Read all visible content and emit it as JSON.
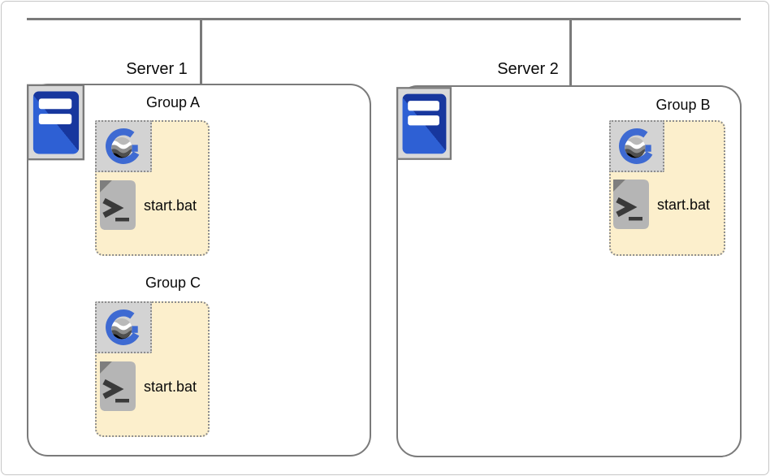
{
  "diagram": {
    "servers": [
      {
        "label": "Server 1"
      },
      {
        "label": "Server 2"
      }
    ],
    "groups": [
      {
        "label": "Group A",
        "server": "Server 1",
        "file": "start.bat"
      },
      {
        "label": "Group C",
        "server": "Server 1",
        "file": "start.bat"
      },
      {
        "label": "Group B",
        "server": "Server 2",
        "file": "start.bat"
      }
    ],
    "icons": {
      "server": "server-icon",
      "group_logo": "geoserver-logo-icon",
      "file": "batch-file-icon"
    },
    "colors": {
      "connector_line": "#7a7a7a",
      "server_border": "#7a7a7a",
      "group_fill": "#fcefcc",
      "group_border": "#8d8d8d",
      "logo_tile_gray": "#d3d3d3",
      "geoserver_blue": "#3e6ad2",
      "server_blue_light": "#2e60d4",
      "server_blue_dark": "#17379e",
      "file_icon_gray": "#b5b5b5"
    }
  }
}
